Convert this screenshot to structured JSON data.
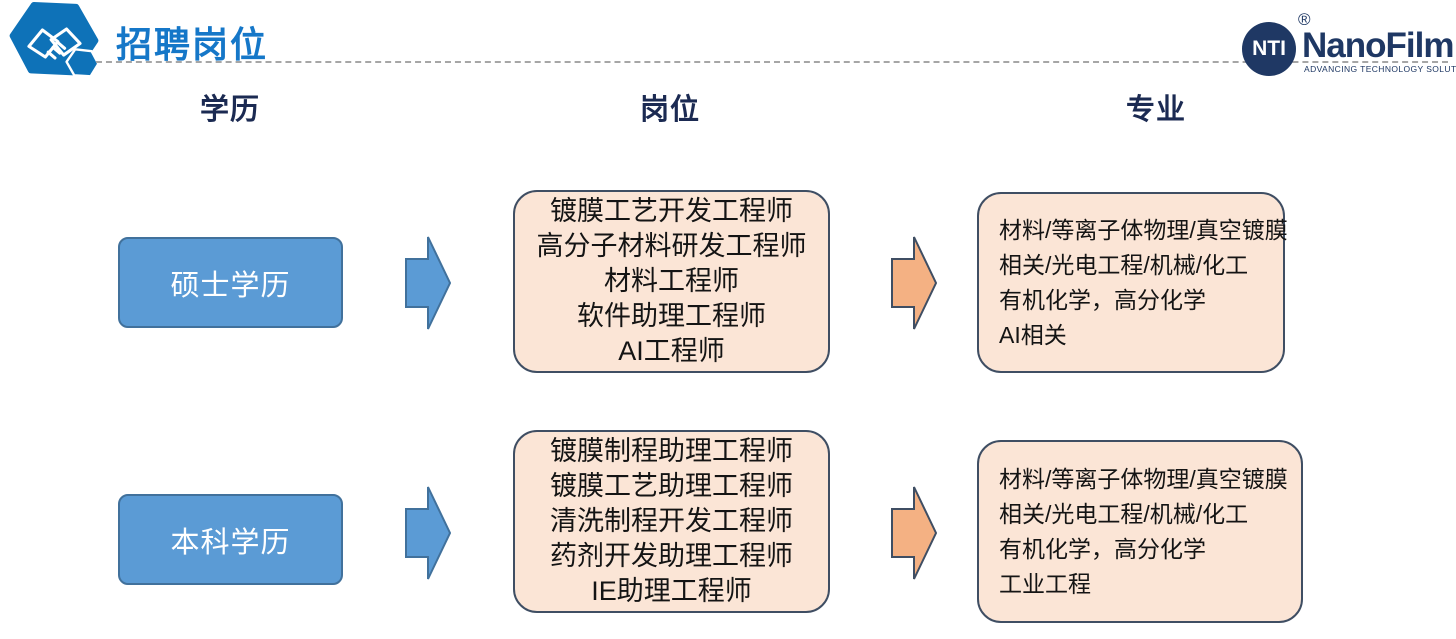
{
  "header": {
    "title": "招聘岗位",
    "icon": "handshake-hexagon-icon"
  },
  "logo": {
    "monogram": "NTI",
    "registered": "®",
    "brand": "NanoFilm",
    "tagline": "ADVANCING TECHNOLOGY SOLUTIONS"
  },
  "columns": [
    {
      "label": "学历"
    },
    {
      "label": "岗位"
    },
    {
      "label": "专业"
    }
  ],
  "rows": [
    {
      "education": "硕士学历",
      "positions": [
        "镀膜工艺开发工程师",
        "高分子材料研发工程师",
        "材料工程师",
        "软件助理工程师",
        "AI工程师"
      ],
      "majors": [
        "材料/等离子体物理/真空镀膜",
        "相关/光电工程/机械/化工",
        "有机化学，高分化学",
        "AI相关"
      ]
    },
    {
      "education": "本科学历",
      "positions": [
        "镀膜制程助理工程师",
        "镀膜工艺助理工程师",
        "清洗制程开发工程师",
        "药剂开发助理工程师",
        "IE助理工程师"
      ],
      "majors": [
        "材料/等离子体物理/真空镀膜",
        "相关/光电工程/机械/化工",
        "有机化学，高分化学",
        "工业工程"
      ]
    }
  ],
  "colors": {
    "title_blue": "#1577C8",
    "header_navy": "#1B2A52",
    "edu_box_fill": "#5B9BD5",
    "edu_box_border": "#41719C",
    "peach_fill": "#FBE5D6",
    "peach_border": "#3F4E63",
    "arrow_blue_fill": "#5B9BD5",
    "arrow_orange_fill": "#F4B183",
    "logo_navy": "#1F3864",
    "divider_gray": "#A6A6A6"
  }
}
